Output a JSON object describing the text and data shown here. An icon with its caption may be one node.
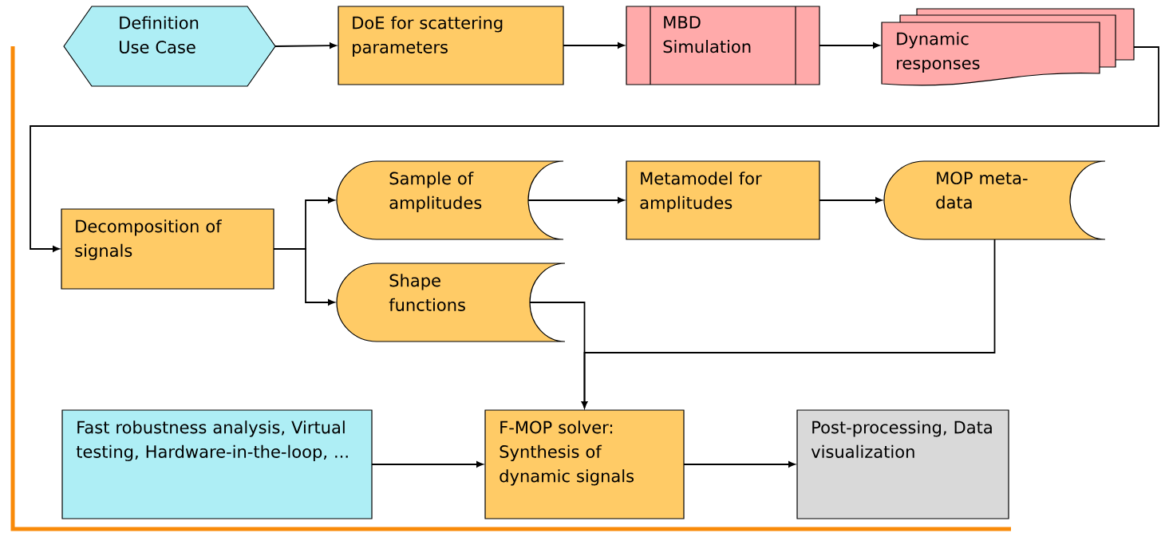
{
  "diagram": {
    "nodes": [
      {
        "text": [
          "Definition Use Case"
        ]
      },
      {
        "text": [
          "DoE for scattering parameters"
        ]
      },
      {
        "text": [
          "MBD Simulation"
        ]
      },
      {
        "text": [
          "Dynamic responses"
        ]
      },
      {
        "text": [
          "Decomposition of signals"
        ]
      },
      {
        "text": [
          "Sample of amplitudes"
        ]
      },
      {
        "text": [
          "Metamodel for amplitudes"
        ]
      },
      {
        "text": [
          "MOP meta-data"
        ]
      },
      {
        "text": [
          "Shape functions"
        ]
      },
      {
        "text": [
          "Fast robustness analysis, Virtual testing, Hardware-in-the-loop, ..."
        ]
      },
      {
        "text": [
          "F-MOP solver: Synthesis of dynamic signals"
        ]
      },
      {
        "text": [
          "Post-processing, Data visualization"
        ]
      }
    ],
    "edges": [
      {
        "from": 0,
        "to": 1,
        "arrow": "to"
      },
      {
        "from": 1,
        "to": 2,
        "arrow": "to"
      },
      {
        "from": 2,
        "to": 3,
        "arrow": "to"
      },
      {
        "from": 3,
        "to": 4,
        "arrow": "to"
      },
      {
        "from": 4,
        "to": 5,
        "arrow": "to"
      },
      {
        "from": 4,
        "to": 8,
        "arrow": "to"
      },
      {
        "from": 5,
        "to": 6,
        "arrow": "to"
      },
      {
        "from": 6,
        "to": 7,
        "arrow": "to"
      },
      {
        "from": 8,
        "to": 10,
        "arrow": "to"
      },
      {
        "from": 7,
        "to": 10,
        "arrow": "to"
      },
      {
        "from": 9,
        "to": 10,
        "arrow": "to"
      },
      {
        "from": 10,
        "to": 11,
        "arrow": "to"
      }
    ]
  }
}
